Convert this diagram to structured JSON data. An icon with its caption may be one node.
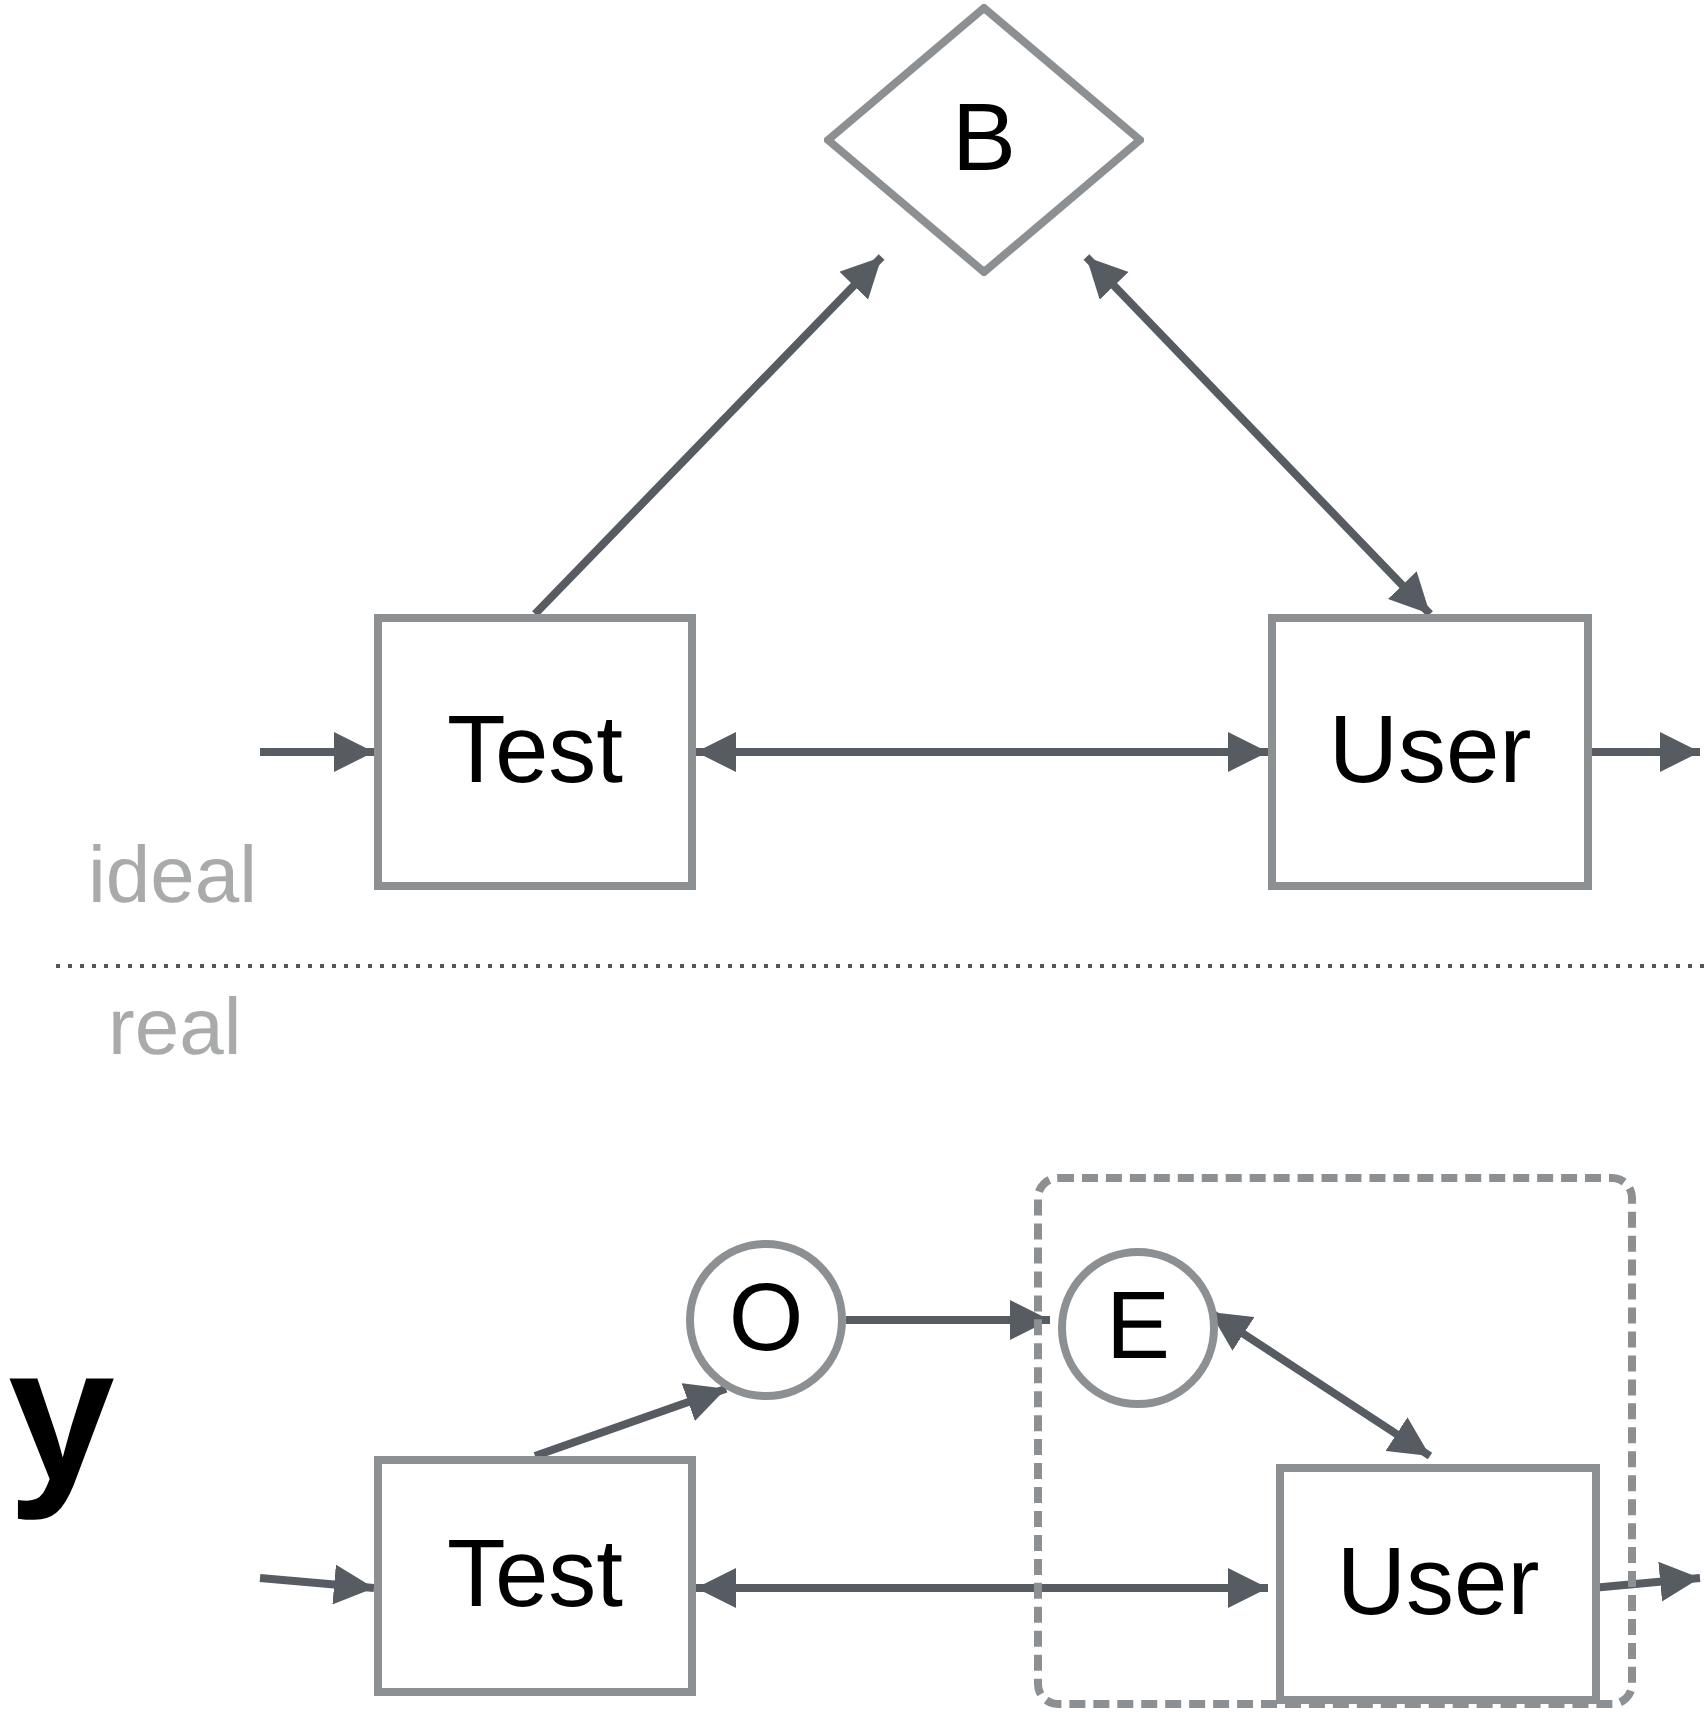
{
  "diagram": {
    "nodes": [
      {
        "text": [
          "B"
        ]
      },
      {
        "text": [
          "Test"
        ]
      },
      {
        "text": [
          "User"
        ]
      },
      {
        "text": [
          "O"
        ]
      },
      {
        "text": [],
        "shape": "box"
      },
      {
        "text": [
          "E"
        ],
        "in": 4
      },
      {
        "text": [
          "Test"
        ]
      },
      {
        "text": [
          "User"
        ],
        "in": 4
      }
    ],
    "edges": [
      {
        "from": 1,
        "to": 0,
        "arrow": "to"
      },
      {
        "from": 0,
        "to": 2,
        "arrow": "both"
      },
      {
        "from": 1,
        "to": 2,
        "arrow": "both"
      },
      {
        "from": null,
        "to": 1,
        "arrow": "to"
      },
      {
        "from": 2,
        "to": null,
        "arrow": "to"
      },
      {
        "from": 6,
        "to": 3,
        "arrow": "to"
      },
      {
        "from": 3,
        "to": 5,
        "arrow": "to"
      },
      {
        "from": 5,
        "to": 7,
        "arrow": "both"
      },
      {
        "from": 6,
        "to": 7,
        "arrow": "both"
      },
      {
        "from": null,
        "to": 6,
        "arrow": "to"
      },
      {
        "from": 7,
        "to": null,
        "arrow": "to"
      }
    ],
    "labels": [
      "ideal",
      "real",
      "y"
    ]
  }
}
